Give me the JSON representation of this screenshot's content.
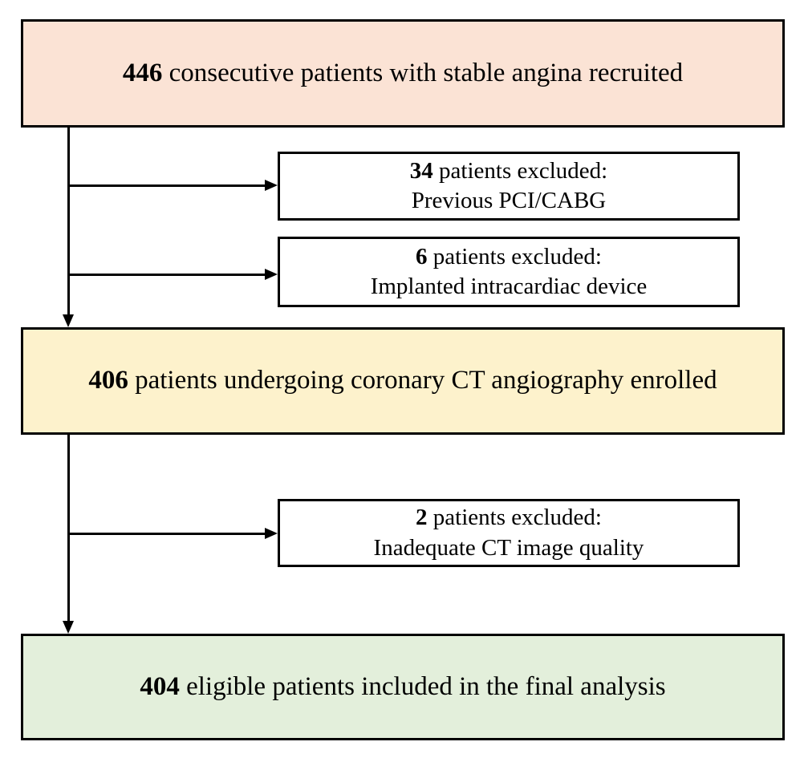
{
  "diagram": {
    "background": "#FFFFFF",
    "border_color": "#000000",
    "line_color": "#000000",
    "boxes": {
      "recruited": {
        "number": "446",
        "rest": " consecutive patients with stable angina recruited",
        "fill": "#FBE3D5"
      },
      "excluded_pci_cabg": {
        "number": "34",
        "rest": " patients excluded:",
        "reason": "Previous PCI/CABG",
        "fill": "#FFFFFF"
      },
      "excluded_device": {
        "number": "6",
        "rest": " patients excluded:",
        "reason": "Implanted intracardiac device",
        "fill": "#FFFFFF"
      },
      "enrolled": {
        "number": "406",
        "rest": " patients undergoing coronary CT angiography enrolled",
        "fill": "#FDF2CC"
      },
      "excluded_image_quality": {
        "number": "2",
        "rest": " patients excluded:",
        "reason": "Inadequate CT image quality",
        "fill": "#FFFFFF"
      },
      "final_analysis": {
        "number": "404",
        "rest": " eligible patients included in the final analysis",
        "fill": "#E3EFDB"
      }
    }
  }
}
